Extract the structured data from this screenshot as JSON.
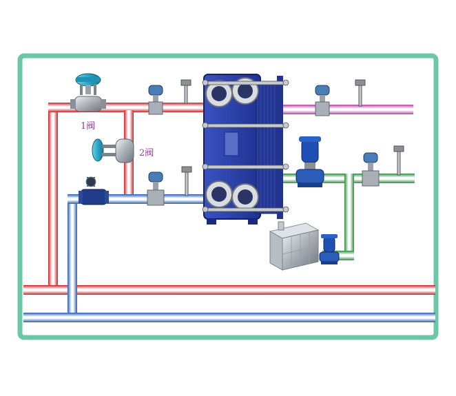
{
  "diagram": {
    "valve_1_label": "1阀",
    "valve_2_label": "2阀"
  },
  "colors": {
    "frame": "#6cc7a6",
    "hot_pipe": "#c8262a",
    "cold_pipe": "#2a5fb0",
    "purple_pipe": "#b93fa6",
    "green_pipe": "#2f8f3e",
    "exchanger": "#2a3fa0",
    "label": "#9b3c98"
  },
  "components": [
    {
      "name": "control-valve-1",
      "icon": "pneumatic-control-valve"
    },
    {
      "name": "control-valve-2",
      "icon": "pneumatic-control-valve"
    },
    {
      "name": "flow-meter",
      "icon": "electromagnetic-flowmeter"
    },
    {
      "name": "plate-heat-exchanger",
      "icon": "plate-heat-exchanger"
    },
    {
      "name": "circulation-pump",
      "icon": "vertical-pump"
    },
    {
      "name": "makeup-pump",
      "icon": "vertical-pump"
    },
    {
      "name": "water-tank",
      "icon": "stainless-water-tank"
    },
    {
      "name": "pressure-transmitter",
      "icon": "pressure-transmitter"
    },
    {
      "name": "temperature-sensor",
      "icon": "temperature-sensor"
    }
  ]
}
